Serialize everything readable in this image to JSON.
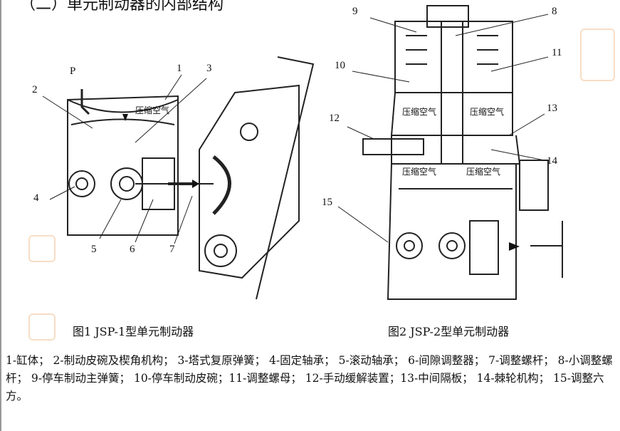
{
  "heading": "（二）单元制动器的内部结构",
  "figure1": {
    "caption": "图1   JSP-1型单元制动器",
    "labels": {
      "P": "P",
      "n1": "1",
      "n2": "2",
      "n3": "3",
      "n4": "4",
      "n5": "5",
      "n6": "6",
      "n7": "7"
    },
    "air_text": "压缩空气"
  },
  "figure2": {
    "caption": "图2   JSP-2型单元制动器",
    "labels": {
      "n8": "8",
      "n9": "9",
      "n10": "10",
      "n11": "11",
      "n12": "12",
      "n13": "13",
      "n14": "14",
      "n15": "15"
    },
    "air_text": "压缩空气"
  },
  "legend": {
    "text": "1-缸体；  2-制动皮碗及楔角机构；  3-塔式复原弹簧；  4-固定轴承；  5-滚动轴承；  6-间隙调整器；  7-调整螺杆；  8-小调整螺杆；  9-停车制动主弹簧；  10-停车制动皮碗；11-调整螺母；  12-手动缓解装置；13-中间隔板；  14-棘轮机构；  15-调整六方。"
  }
}
